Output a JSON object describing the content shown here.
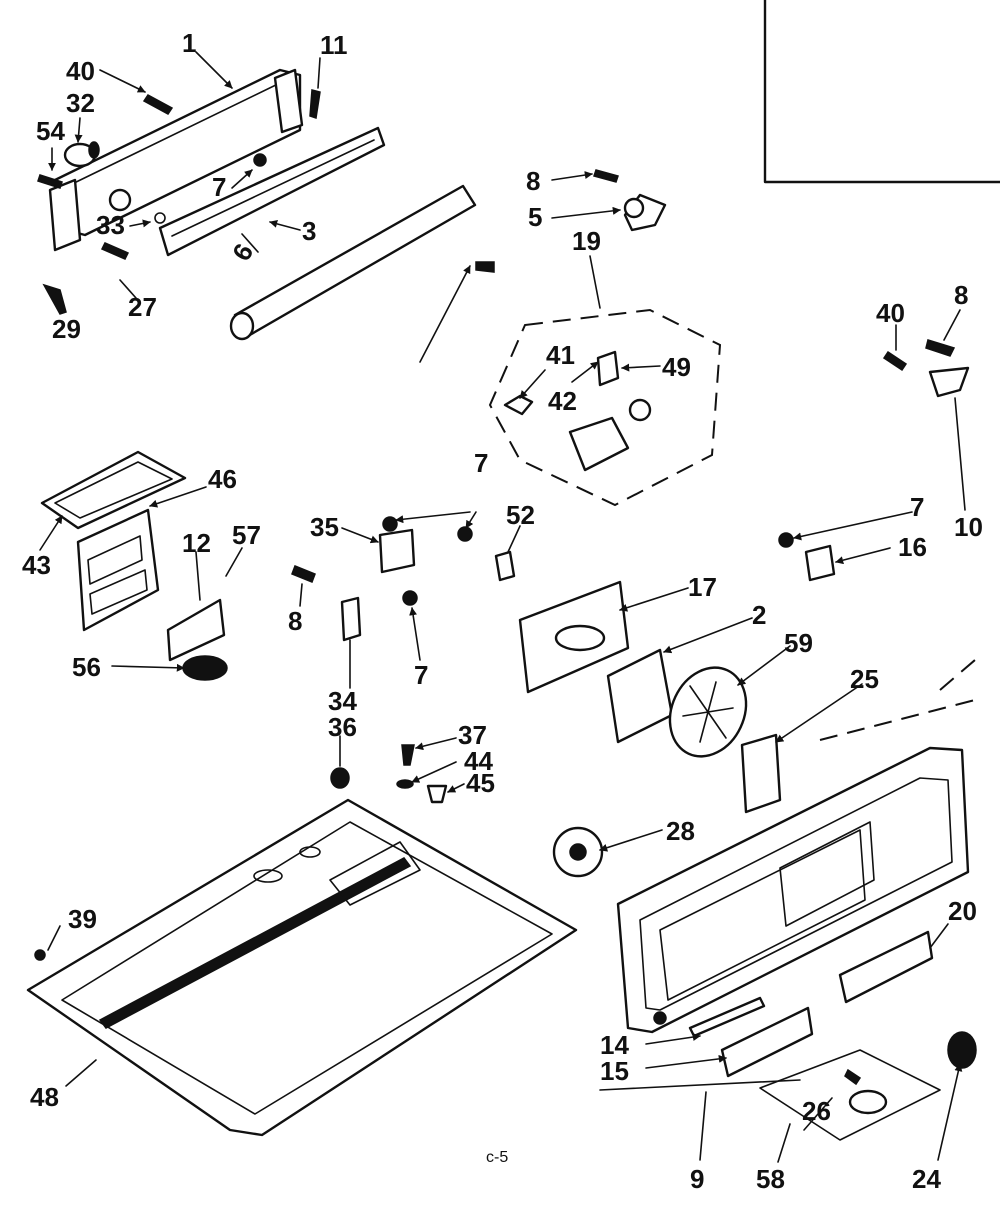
{
  "diagram": {
    "page_code": "c-5",
    "callouts": [
      "1",
      "40",
      "32",
      "54",
      "11",
      "7",
      "33",
      "3",
      "6",
      "27",
      "29",
      "8",
      "5",
      "19",
      "41",
      "42",
      "49",
      "40",
      "8",
      "10",
      "46",
      "43",
      "12",
      "57",
      "56",
      "35",
      "7",
      "7",
      "8",
      "34",
      "36",
      "7",
      "52",
      "17",
      "2",
      "59",
      "7",
      "16",
      "25",
      "37",
      "44",
      "45",
      "28",
      "20",
      "39",
      "48",
      "14",
      "15",
      "9",
      "26",
      "58",
      "24"
    ]
  }
}
